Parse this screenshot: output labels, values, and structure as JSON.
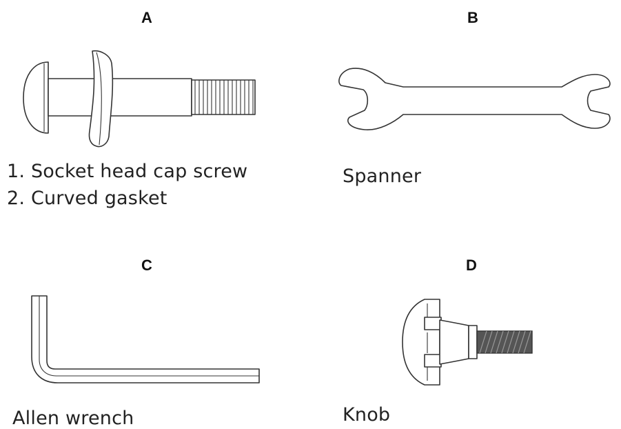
{
  "panels": {
    "a": {
      "letter": "A",
      "caption_1": "1. Socket head cap screw",
      "caption_2": "2. Curved gasket",
      "icon": "screw-and-gasket"
    },
    "b": {
      "letter": "B",
      "caption": "Spanner",
      "icon": "spanner"
    },
    "c": {
      "letter": "C",
      "caption": "Allen wrench",
      "icon": "allen-wrench"
    },
    "d": {
      "letter": "D",
      "caption": "Knob",
      "icon": "knob"
    }
  },
  "colors": {
    "line": "#333333",
    "text": "#222222",
    "background": "#ffffff"
  }
}
